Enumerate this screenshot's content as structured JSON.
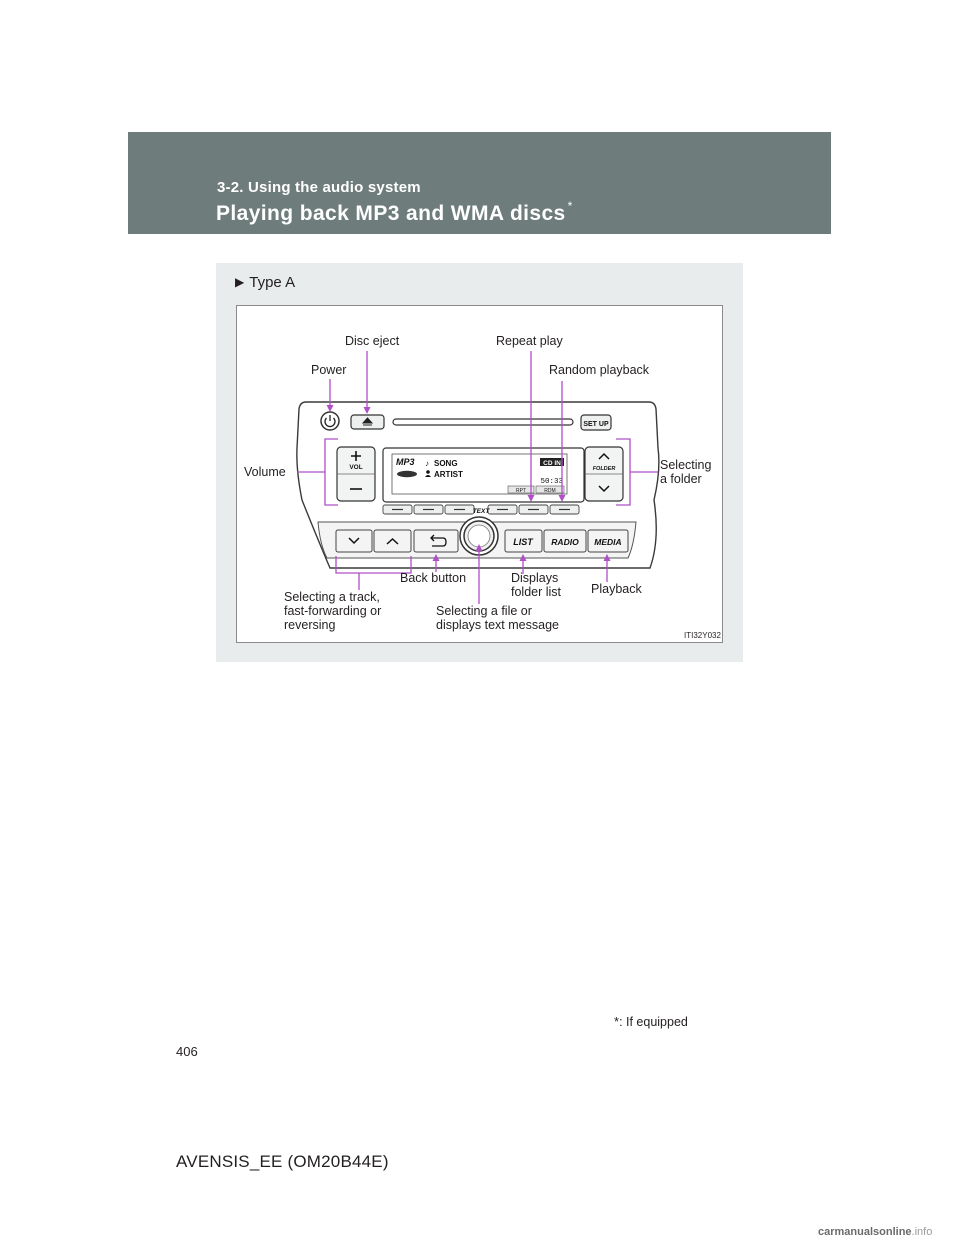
{
  "header": {
    "section": "3-2. Using the audio system",
    "title": "Playing back MP3 and WMA discs",
    "title_mark": "*"
  },
  "figure": {
    "type_label": "Type A",
    "code": "ITI32Y032",
    "callouts": {
      "disc_eject": "Disc eject",
      "repeat_play": "Repeat play",
      "power": "Power",
      "random_playback": "Random playback",
      "volume": "Volume",
      "selecting_folder_1": "Selecting",
      "selecting_folder_2": "a folder",
      "selecting_track_1": "Selecting a track,",
      "selecting_track_2": "fast-forwarding or",
      "selecting_track_3": "reversing",
      "back_button": "Back button",
      "displays_folder_1": "Displays",
      "displays_folder_2": "folder list",
      "playback": "Playback",
      "selecting_file_1": "Selecting a file or",
      "selecting_file_2": "displays text message"
    },
    "unit": {
      "setup": "SET UP",
      "vol": "VOL",
      "folder": "FOLDER",
      "text": "TEXT",
      "list": "LIST",
      "radio": "RADIO",
      "media": "MEDIA",
      "display_format": "MP3",
      "display_song": "SONG",
      "display_artist": "ARTIST",
      "display_source": "CD IN",
      "display_time": "50:33",
      "display_rpt": "RPT",
      "display_rdm": "RDM"
    }
  },
  "footnote": {
    "mark": "*",
    "text": ": If equipped"
  },
  "page_number": "406",
  "model": "AVENSIS_EE (OM20B44E)",
  "watermark": {
    "brand": "carmanualsonline",
    "tld": ".info"
  },
  "colors": {
    "header": "#6e7d7b",
    "panel": "#e9ecec",
    "callout_line": "#b04fc7"
  }
}
